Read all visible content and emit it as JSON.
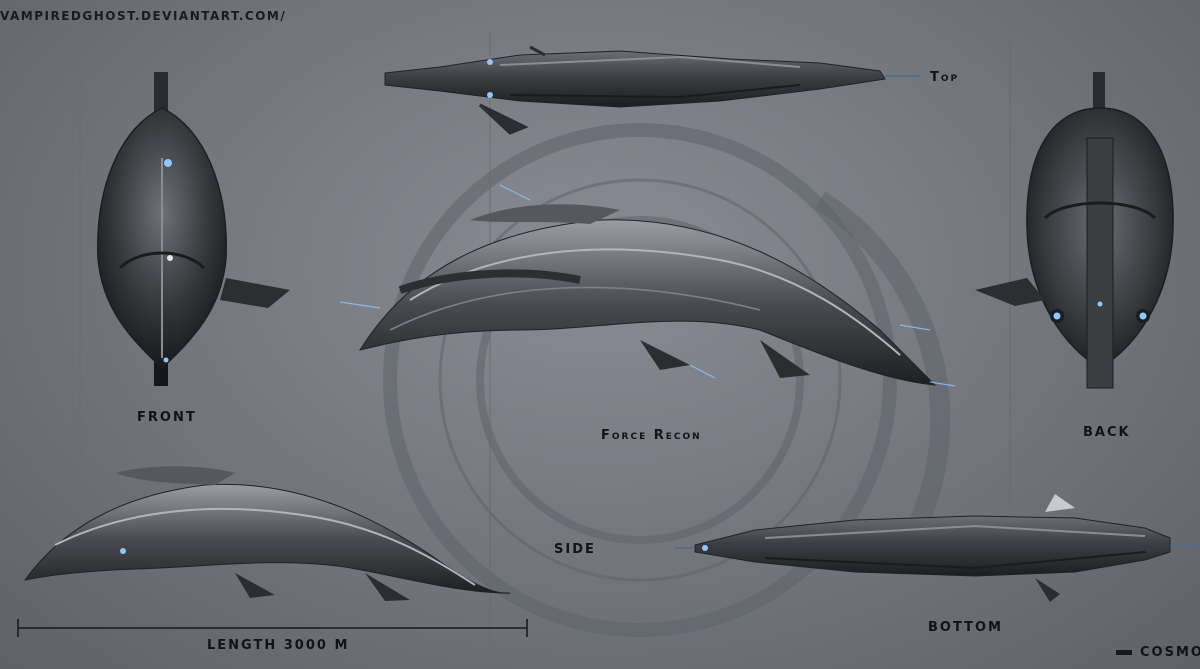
{
  "watermark": "VAMPIREDGHOST.DEVIANTART.COM/",
  "views": {
    "top": "Top",
    "front": "FRONT",
    "perspective": "Force Recon",
    "back": "BACK",
    "side": "SIDE",
    "bottom": "BOTTOM"
  },
  "scale_label": "LENGTH 3000 M",
  "credit": "COSMOL",
  "colors": {
    "background": "#767980",
    "hull": "#3a3c40",
    "engine_glow": "#8fc7ff",
    "text": "#121316"
  }
}
